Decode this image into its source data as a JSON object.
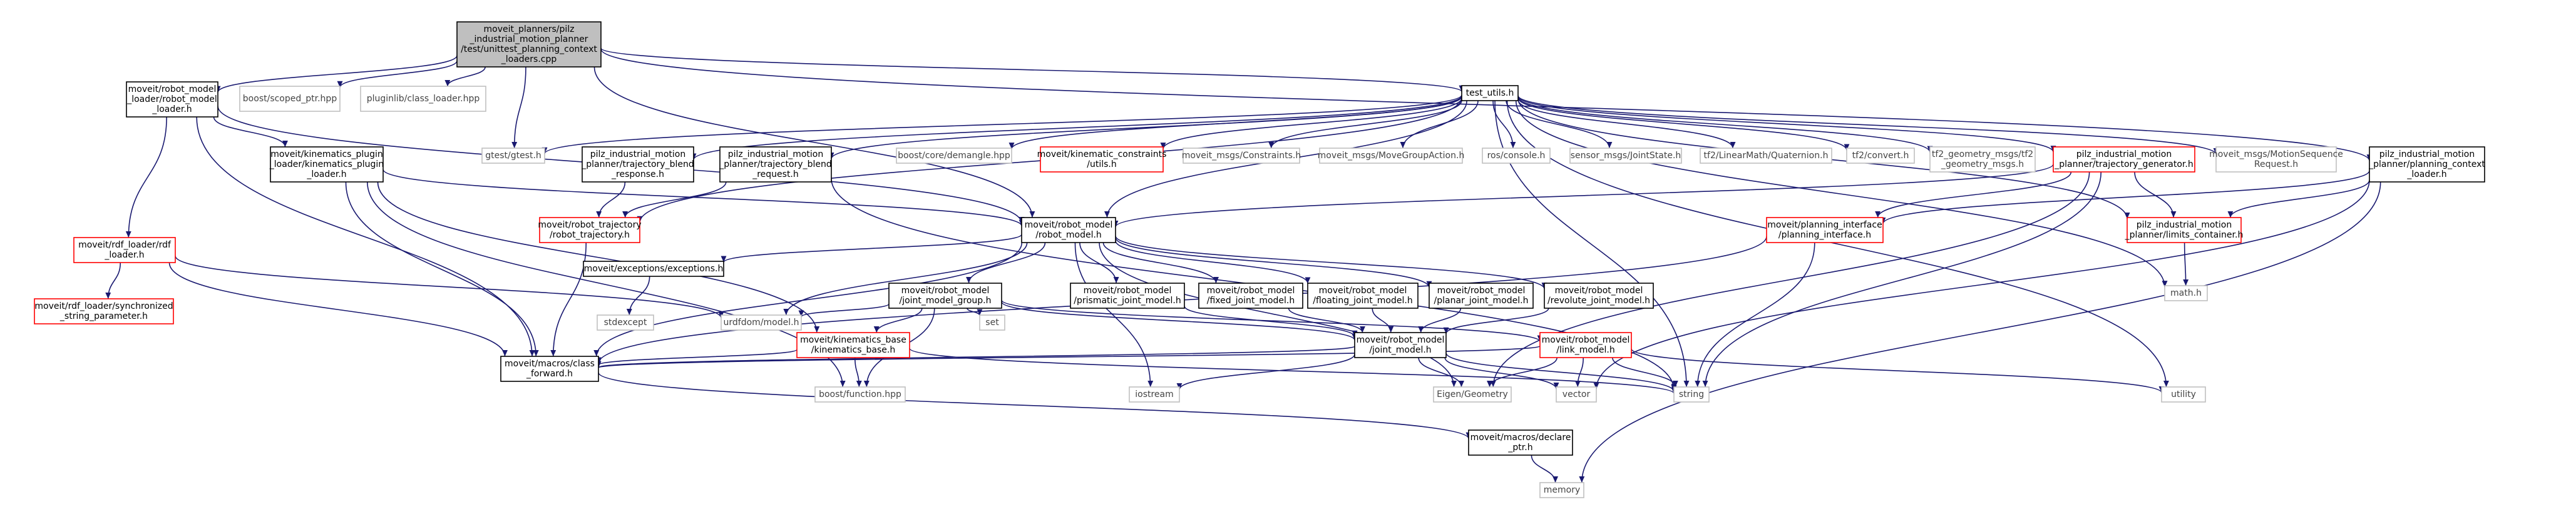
{
  "diagram": {
    "type": "include-dependency-graph",
    "colors": {
      "edge": "#191970",
      "node_border_normal": "#000000",
      "node_border_external": "#bfbfbf",
      "node_border_truncated": "#ff0000",
      "focus_fill": "#bfbfbf"
    },
    "nodes": [
      {
        "id": "root",
        "lines": [
          "moveit_planners/pilz",
          "_industrial_motion_planner",
          "/test/unittest_planning_context",
          "_loaders.cpp"
        ],
        "style": "focus"
      },
      {
        "id": "robot_model_loader",
        "lines": [
          "moveit/robot_model",
          "_loader/robot_model",
          "_loader.h"
        ],
        "style": "black"
      },
      {
        "id": "scoped_ptr",
        "lines": [
          "boost/scoped_ptr.hpp"
        ],
        "style": "gray"
      },
      {
        "id": "class_loader",
        "lines": [
          "pluginlib/class_loader.hpp"
        ],
        "style": "gray"
      },
      {
        "id": "test_utils",
        "lines": [
          "test_utils.h"
        ],
        "style": "black"
      },
      {
        "id": "gtest",
        "lines": [
          "gtest/gtest.h"
        ],
        "style": "gray"
      },
      {
        "id": "kinematics_plugin_loader",
        "lines": [
          "moveit/kinematics_plugin",
          "_loader/kinematics_plugin",
          "_loader.h"
        ],
        "style": "black"
      },
      {
        "id": "traj_blend_response",
        "lines": [
          "pilz_industrial_motion",
          "_planner/trajectory_blend",
          "_response.h"
        ],
        "style": "black"
      },
      {
        "id": "traj_blend_request",
        "lines": [
          "pilz_industrial_motion",
          "_planner/trajectory_blend",
          "_request.h"
        ],
        "style": "black"
      },
      {
        "id": "demangle",
        "lines": [
          "boost/core/demangle.hpp"
        ],
        "style": "gray"
      },
      {
        "id": "kin_constraints_utils",
        "lines": [
          "moveit/kinematic_constraints",
          "/utils.h"
        ],
        "style": "red"
      },
      {
        "id": "constraints",
        "lines": [
          "moveit_msgs/Constraints.h"
        ],
        "style": "gray"
      },
      {
        "id": "move_group_action",
        "lines": [
          "moveit_msgs/MoveGroupAction.h"
        ],
        "style": "gray"
      },
      {
        "id": "ros_console",
        "lines": [
          "ros/console.h"
        ],
        "style": "gray"
      },
      {
        "id": "joint_state",
        "lines": [
          "sensor_msgs/JointState.h"
        ],
        "style": "gray"
      },
      {
        "id": "tf2_quaternion",
        "lines": [
          "tf2/LinearMath/Quaternion.h"
        ],
        "style": "gray"
      },
      {
        "id": "tf2_convert",
        "lines": [
          "tf2/convert.h"
        ],
        "style": "gray"
      },
      {
        "id": "tf2_geometry_msgs",
        "lines": [
          "tf2_geometry_msgs/tf2",
          "_geometry_msgs.h"
        ],
        "style": "gray"
      },
      {
        "id": "traj_generator",
        "lines": [
          "pilz_industrial_motion",
          "_planner/trajectory_generator.h"
        ],
        "style": "red"
      },
      {
        "id": "motion_seq_request",
        "lines": [
          "moveit_msgs/MotionSequence",
          "Request.h"
        ],
        "style": "gray"
      },
      {
        "id": "planning_context_loader",
        "lines": [
          "pilz_industrial_motion",
          "_planner/planning_context",
          "_loader.h"
        ],
        "style": "black"
      },
      {
        "id": "rdf_loader",
        "lines": [
          "moveit/rdf_loader/rdf",
          "_loader.h"
        ],
        "style": "red"
      },
      {
        "id": "synchronized_string_param",
        "lines": [
          "moveit/rdf_loader/synchronized",
          "_string_parameter.h"
        ],
        "style": "red"
      },
      {
        "id": "robot_trajectory",
        "lines": [
          "moveit/robot_trajectory",
          "/robot_trajectory.h"
        ],
        "style": "red"
      },
      {
        "id": "robot_model",
        "lines": [
          "moveit/robot_model",
          "/robot_model.h"
        ],
        "style": "black"
      },
      {
        "id": "planning_interface",
        "lines": [
          "moveit/planning_interface",
          "/planning_interface.h"
        ],
        "style": "red"
      },
      {
        "id": "limits_container",
        "lines": [
          "pilz_industrial_motion",
          "_planner/limits_container.h"
        ],
        "style": "red"
      },
      {
        "id": "math",
        "lines": [
          "math.h"
        ],
        "style": "gray"
      },
      {
        "id": "exceptions",
        "lines": [
          "moveit/exceptions/exceptions.h"
        ],
        "style": "black"
      },
      {
        "id": "joint_model_group",
        "lines": [
          "moveit/robot_model",
          "/joint_model_group.h"
        ],
        "style": "black"
      },
      {
        "id": "prismatic_joint",
        "lines": [
          "moveit/robot_model",
          "/prismatic_joint_model.h"
        ],
        "style": "black"
      },
      {
        "id": "fixed_joint",
        "lines": [
          "moveit/robot_model",
          "/fixed_joint_model.h"
        ],
        "style": "black"
      },
      {
        "id": "floating_joint",
        "lines": [
          "moveit/robot_model",
          "/floating_joint_model.h"
        ],
        "style": "black"
      },
      {
        "id": "planar_joint",
        "lines": [
          "moveit/robot_model",
          "/planar_joint_model.h"
        ],
        "style": "black"
      },
      {
        "id": "revolute_joint",
        "lines": [
          "moveit/robot_model",
          "/revolute_joint_model.h"
        ],
        "style": "black"
      },
      {
        "id": "stdexcept",
        "lines": [
          "stdexcept"
        ],
        "style": "gray"
      },
      {
        "id": "urdfdom_model",
        "lines": [
          "urdfdom/model.h"
        ],
        "style": "gray"
      },
      {
        "id": "set",
        "lines": [
          "set"
        ],
        "style": "gray"
      },
      {
        "id": "kinematics_base",
        "lines": [
          "moveit/kinematics_base",
          "/kinematics_base.h"
        ],
        "style": "red"
      },
      {
        "id": "joint_model",
        "lines": [
          "moveit/robot_model",
          "/joint_model.h"
        ],
        "style": "black"
      },
      {
        "id": "link_model",
        "lines": [
          "moveit/robot_model",
          "/link_model.h"
        ],
        "style": "red"
      },
      {
        "id": "class_forward",
        "lines": [
          "moveit/macros/class",
          "_forward.h"
        ],
        "style": "black"
      },
      {
        "id": "boost_function",
        "lines": [
          "boost/function.hpp"
        ],
        "style": "gray"
      },
      {
        "id": "iostream",
        "lines": [
          "iostream"
        ],
        "style": "gray"
      },
      {
        "id": "eigen_geometry",
        "lines": [
          "Eigen/Geometry"
        ],
        "style": "gray"
      },
      {
        "id": "vector",
        "lines": [
          "vector"
        ],
        "style": "gray"
      },
      {
        "id": "string",
        "lines": [
          "string"
        ],
        "style": "gray"
      },
      {
        "id": "utility",
        "lines": [
          "utility"
        ],
        "style": "gray"
      },
      {
        "id": "declare_ptr",
        "lines": [
          "moveit/macros/declare",
          "_ptr.h"
        ],
        "style": "black"
      },
      {
        "id": "memory",
        "lines": [
          "memory"
        ],
        "style": "gray"
      }
    ]
  }
}
